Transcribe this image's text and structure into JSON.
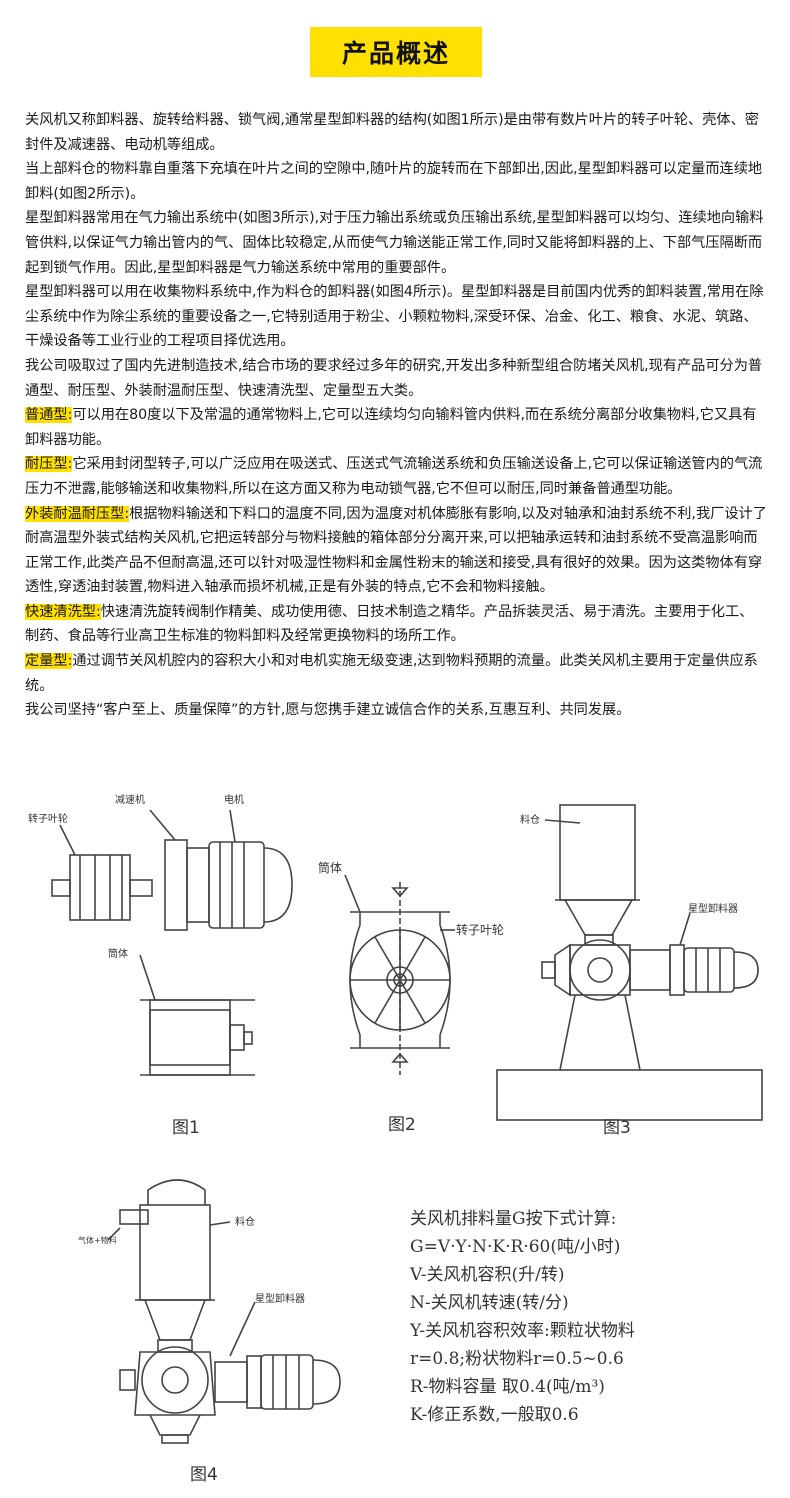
{
  "title": "产品概述",
  "paragraphs": [
    {
      "label": "",
      "text": "关风机又称卸料器、旋转给料器、锁气阀,通常星型卸料器的结构(如图1所示)是由带有数片叶片的转子叶轮、壳体、密封件及减速器、电动机等组成。"
    },
    {
      "label": "",
      "text": "当上部料仓的物料靠自重落下充填在叶片之间的空隙中,随叶片的旋转而在下部卸出,因此,星型卸料器可以定量而连续地卸料(如图2所示)。"
    },
    {
      "label": "",
      "text": "星型卸料器常用在气力输出系统中(如图3所示),对于压力输出系统或负压输出系统,星型卸料器可以均匀、连续地向输料管供料,以保证气力输出管内的气、固体比较稳定,从而使气力输送能正常工作,同时又能将卸料器的上、下部气压隔断而起到锁气作用。因此,星型卸料器是气力输送系统中常用的重要部件。"
    },
    {
      "label": "",
      "text": "星型卸料器可以用在收集物料系统中,作为料仓的卸料器(如图4所示)。星型卸料器是目前国内优秀的卸料装置,常用在除尘系统中作为除尘系统的重要设备之一,它特别适用于粉尘、小颗粒物料,深受环保、冶金、化工、粮食、水泥、筑路、干燥设备等工业行业的工程项目择优选用。"
    },
    {
      "label": "",
      "text": "我公司吸取过了国内先进制造技术,结合市场的要求经过多年的研究,开发出多种新型组合防堵关风机,现有产品可分为普通型、耐压型、外装耐温耐压型、快速清洗型、定量型五大类。"
    },
    {
      "label": "普通型:",
      "text": "可以用在80度以下及常温的通常物料上,它可以连续均匀向输料管内供料,而在系统分离部分收集物料,它又具有卸料器功能。"
    },
    {
      "label": "耐压型:",
      "text": "它采用封闭型转子,可以广泛应用在吸送式、压送式气流输送系统和负压输送设备上,它可以保证输送管内的气流压力不泄露,能够输送和收集物料,所以在这方面又称为电动锁气器,它不但可以耐压,同时兼备普通型功能。"
    },
    {
      "label": "外装耐温耐压型:",
      "text": "根据物料输送和下料口的温度不同,因为温度对机体膨胀有影响,以及对轴承和油封系统不利,我厂设计了耐高温型外装式结构关风机,它把运转部分与物料接触的箱体部分分离开来,可以把轴承运转和油封系统不受高温影响而正常工作,此类产品不但耐高温,还可以针对吸湿性物料和金属性粉末的输送和接受,具有很好的效果。因为这类物体有穿透性,穿透油封装置,物料进入轴承而损坏机械,正是有外装的特点,它不会和物料接触。"
    },
    {
      "label": "快速清洗型:",
      "text": "快速清洗旋转阀制作精美、成功使用德、日技术制造之精华。产品拆装灵活、易于清洗。主要用于化工、制药、食品等行业高卫生标准的物料卸料及经常更换物料的场所工作。"
    },
    {
      "label": "定量型:",
      "text": "通过调节关风机腔内的容积大小和对电机实施无级变速,达到物料预期的流量。此类关风机主要用于定量供应系统。"
    },
    {
      "label": "",
      "text": "我公司坚持“客户至上、质量保障”的方针,愿与您携手建立诚信合作的关系,互惠互利、共同发展。"
    }
  ],
  "figures": {
    "fig1": {
      "caption": "图1",
      "rotor_label": "转子叶轮",
      "reducer_label": "减速机",
      "motor_label": "电机",
      "body_label": "筒体"
    },
    "fig2": {
      "caption": "图2",
      "body_label": "筒体",
      "rotor_label": "转子叶轮"
    },
    "fig3": {
      "caption": "图3",
      "hopper_label": "料仓",
      "feeder_label": "星型卸料器"
    },
    "fig4": {
      "caption": "图4",
      "gas_label": "气体+物料",
      "hopper_label": "料仓",
      "feeder_label": "星型卸料器"
    }
  },
  "formula": {
    "lines": [
      "关风机排料量G按下式计算:",
      "G=V·Y·N·K·R·60(吨/小时)",
      "V-关风机容积(升/转)",
      "N-关风机转速(转/分)",
      "Y-关风机容积效率:颗粒状物料",
      "r=0.8;粉状物料r=0.5~0.6",
      "R-物料容量 取0.4(吨/m³)",
      "K-修正系数,一般取0.6"
    ]
  },
  "colors": {
    "highlight": "#ffe000",
    "line": "#444444"
  }
}
